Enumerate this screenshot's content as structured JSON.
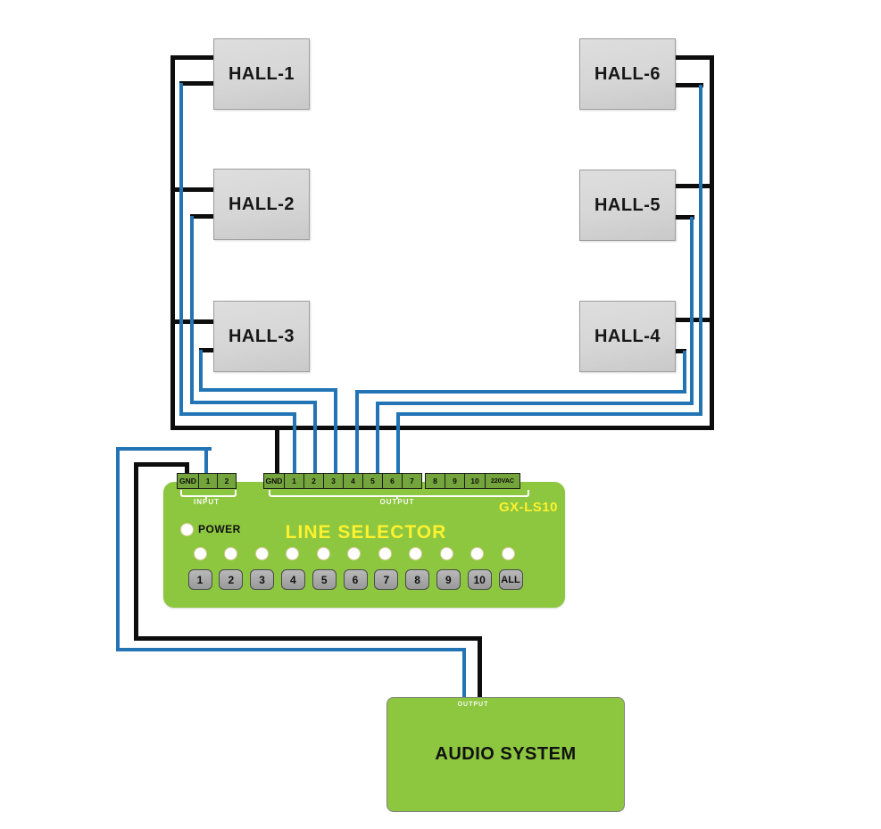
{
  "colors": {
    "background": "#ffffff",
    "wire_black": "#0d0d0d",
    "wire_blue": "#2274b5",
    "device_green": "#8dc63f",
    "terminal_green": "#74a43c",
    "accent_yellow": "#fdf22e",
    "hall_gray": "#d6d6d6",
    "button_gray": "#a6a6a6",
    "led_fill": "#ffffff",
    "led_ring": "#d9cb9b",
    "audio_green": "#8dc63f"
  },
  "halls": [
    {
      "id": "hall-1",
      "label": "HALL-1"
    },
    {
      "id": "hall-2",
      "label": "HALL-2"
    },
    {
      "id": "hall-3",
      "label": "HALL-3"
    },
    {
      "id": "hall-4",
      "label": "HALL-4"
    },
    {
      "id": "hall-5",
      "label": "HALL-5"
    },
    {
      "id": "hall-6",
      "label": "HALL-6"
    }
  ],
  "line_selector": {
    "model": "GX-LS10",
    "title": "LINE SELECTOR",
    "power_label": "POWER",
    "input_label": "INPUT",
    "output_label": "OUTPUT",
    "input_terminals": [
      "GND",
      "1",
      "2"
    ],
    "output_terminals": [
      "GND",
      "1",
      "2",
      "3",
      "4",
      "5",
      "6",
      "7",
      "8",
      "9",
      "10",
      "220VAC"
    ],
    "buttons": [
      "1",
      "2",
      "3",
      "4",
      "5",
      "6",
      "7",
      "8",
      "9",
      "10",
      "ALL"
    ],
    "led_count": 11
  },
  "audio_system": {
    "label": "AUDIO SYSTEM",
    "output_label": "OUTPUT"
  }
}
